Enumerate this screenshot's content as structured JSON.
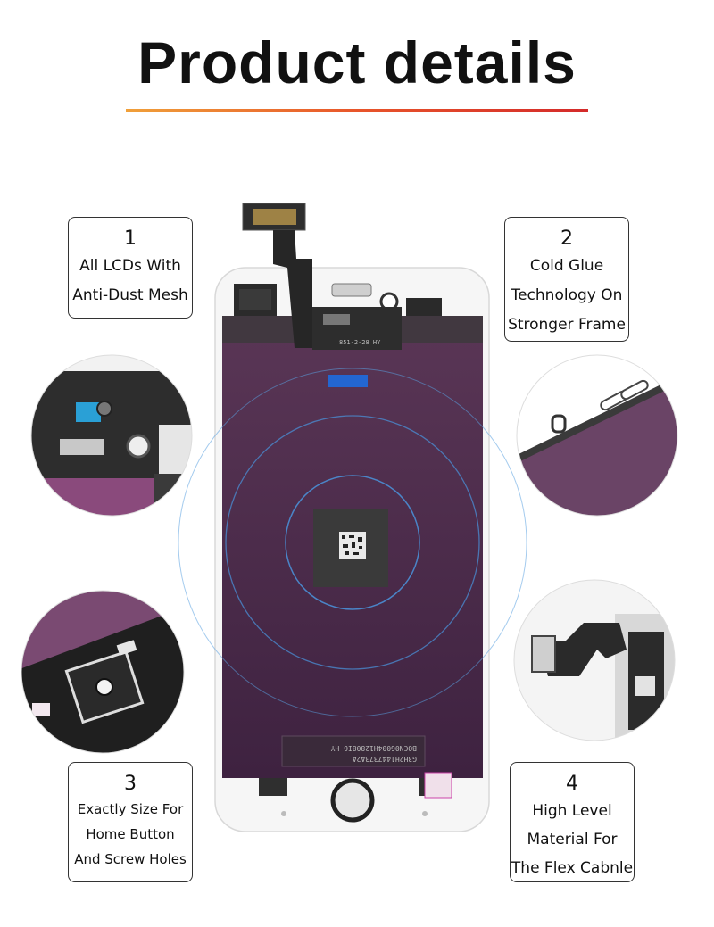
{
  "header": {
    "title": "Product details"
  },
  "callouts": [
    {
      "num": "1",
      "lines": [
        "All LCDs With",
        "Anti-Dust Mesh"
      ]
    },
    {
      "num": "2",
      "lines": [
        "Cold Glue",
        "Technology On",
        "Stronger Frame"
      ]
    },
    {
      "num": "3",
      "lines": [
        "Exactly Size For",
        "Home Button",
        "And Screw Holes"
      ]
    },
    {
      "num": "4",
      "lines": [
        "High Level",
        "Material For",
        "The Flex Cabnle"
      ]
    }
  ],
  "panel_labels": {
    "flex_label": "851-2-28  HY",
    "barcode_line_1": "BOCN06004H12808I6 HY",
    "barcode_line_2": "G3H2H1447373A2A"
  },
  "colors": {
    "accent_start": "#f0a03a",
    "accent_end": "#d42a2a",
    "panel_purple": "#4a2a47",
    "frame_white": "#f4f4f4",
    "ring_blue": "#4a8fd6"
  },
  "icons": [
    "phone-lcd-panel",
    "zoom-circle-flex-connector",
    "zoom-circle-frame-edge",
    "zoom-circle-screw-holes",
    "zoom-circle-flex-cable"
  ]
}
